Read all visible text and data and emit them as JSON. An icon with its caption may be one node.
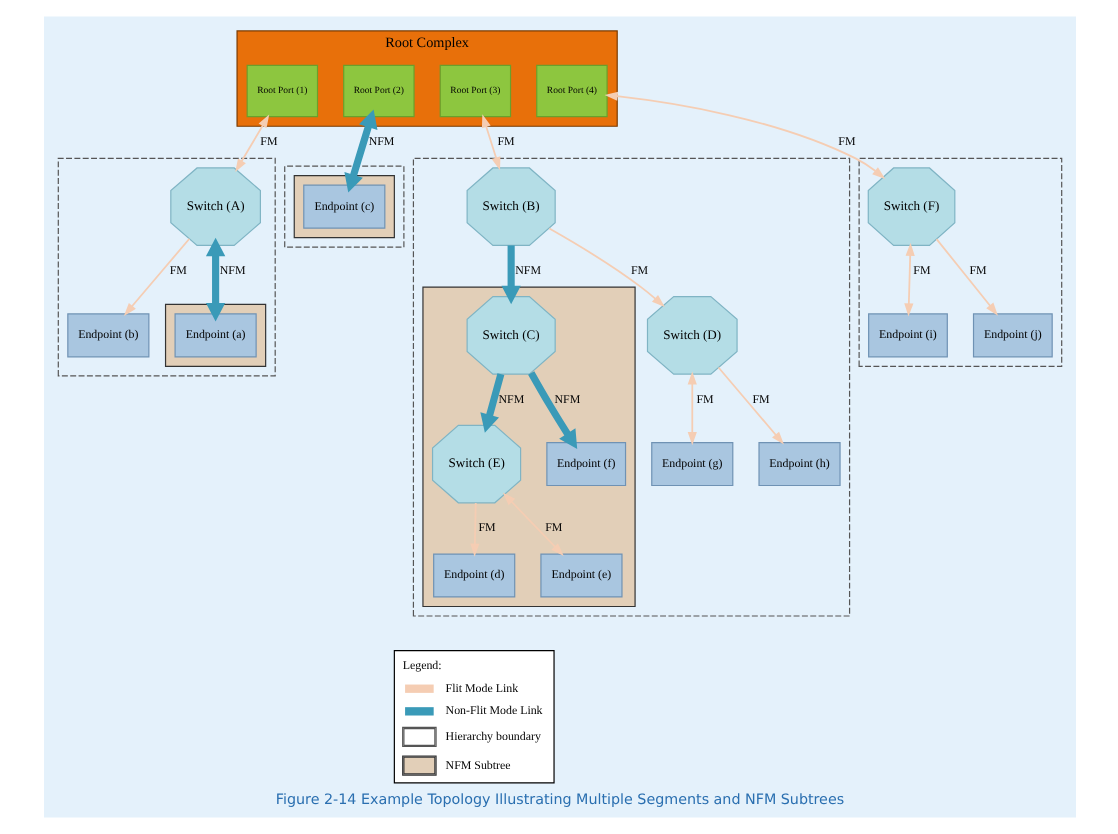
{
  "diagram": {
    "caption": "Figure 2-14 Example Topology Illustrating Multiple Segments and NFM Subtrees",
    "nodes": [
      {
        "text": [
          "Root Complex"
        ]
      },
      {
        "text": [
          "Root Port (1)"
        ],
        "in": 0
      },
      {
        "text": [
          "Root Port (2)"
        ],
        "in": 0
      },
      {
        "text": [
          "Root Port (3)"
        ],
        "in": 0
      },
      {
        "text": [
          "Root Port (4)"
        ],
        "in": 0
      },
      {
        "text": [],
        "shape": "outline"
      },
      {
        "text": [
          "Switch (A)"
        ],
        "in": 5
      },
      {
        "text": [
          "Endpoint (b)"
        ],
        "in": 5
      },
      {
        "text": [],
        "shape": "polygon",
        "in": 5
      },
      {
        "text": [
          "Endpoint (a)"
        ],
        "in": 8
      },
      {
        "text": [],
        "shape": "outline"
      },
      {
        "text": [],
        "shape": "polygon",
        "in": 10
      },
      {
        "text": [
          "Endpoint (c)"
        ],
        "in": 11
      },
      {
        "text": [],
        "shape": "outline"
      },
      {
        "text": [
          "Switch (B)"
        ],
        "in": 13
      },
      {
        "text": [],
        "shape": "polygon",
        "in": 13
      },
      {
        "text": [
          "Switch (C)"
        ],
        "in": 15
      },
      {
        "text": [
          "Switch (E)"
        ],
        "in": 15
      },
      {
        "text": [
          "Endpoint (f)"
        ],
        "in": 15
      },
      {
        "text": [
          "Endpoint (d)"
        ],
        "in": 15
      },
      {
        "text": [
          "Endpoint (e)"
        ],
        "in": 15
      },
      {
        "text": [
          "Switch (D)"
        ],
        "in": 13
      },
      {
        "text": [
          "Endpoint (g)"
        ],
        "in": 13
      },
      {
        "text": [
          "Endpoint (h)"
        ],
        "in": 13
      },
      {
        "text": [],
        "shape": "outline"
      },
      {
        "text": [
          "Switch (F)"
        ],
        "in": 24
      },
      {
        "text": [
          "Endpoint (i)"
        ],
        "in": 24
      },
      {
        "text": [
          "Endpoint (j)"
        ],
        "in": 24
      }
    ],
    "edges": [
      {
        "from": 1,
        "to": 6,
        "arrow": "both",
        "label": "FM"
      },
      {
        "from": 6,
        "to": 7,
        "arrow": "to",
        "label": "FM"
      },
      {
        "from": 6,
        "to": 9,
        "arrow": "both",
        "label": "NFM",
        "style": "thick",
        "color": "#3a9ab8"
      },
      {
        "from": 2,
        "to": 12,
        "arrow": "both",
        "label": "NFM",
        "style": "thick",
        "color": "#3a9ab8"
      },
      {
        "from": 3,
        "to": 14,
        "arrow": "both",
        "label": "FM"
      },
      {
        "from": 14,
        "to": 16,
        "arrow": "to",
        "label": "NFM",
        "style": "thick",
        "color": "#3a9ab8"
      },
      {
        "from": 16,
        "to": 17,
        "arrow": "to",
        "label": "NFM",
        "style": "thick",
        "color": "#3a9ab8"
      },
      {
        "from": 16,
        "to": 18,
        "arrow": "to",
        "label": "NFM",
        "style": "thick",
        "color": "#3a9ab8"
      },
      {
        "from": 17,
        "to": 19,
        "arrow": "to",
        "label": "FM"
      },
      {
        "from": 17,
        "to": 20,
        "arrow": "both",
        "label": "FM"
      },
      {
        "from": 14,
        "to": 21,
        "arrow": "to",
        "label": "FM"
      },
      {
        "from": 21,
        "to": 22,
        "arrow": "both",
        "label": "FM"
      },
      {
        "from": 21,
        "to": 23,
        "arrow": "to",
        "label": "FM"
      },
      {
        "from": 4,
        "to": 25,
        "arrow": "both",
        "label": "FM"
      },
      {
        "from": 25,
        "to": 26,
        "arrow": "both",
        "label": "FM"
      },
      {
        "from": 25,
        "to": 27,
        "arrow": "to",
        "label": "FM"
      }
    ],
    "labels": [
      "Legend:"
    ],
    "legend": [
      {
        "text": "Flit Mode Link"
      },
      {
        "text": "Non-Flit Mode Link"
      },
      {
        "text": "Hierarchy boundary"
      },
      {
        "text": "NFM Subtree"
      }
    ]
  }
}
